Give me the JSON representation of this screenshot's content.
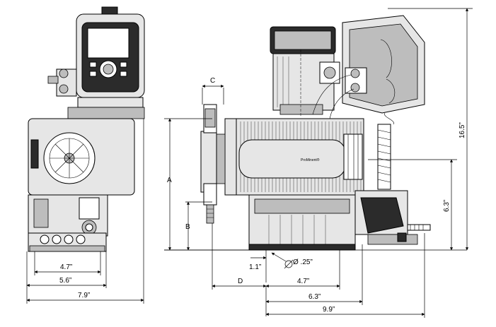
{
  "dimensions": {
    "front_width_inner": "4.7”",
    "front_width_outer": "5.6”",
    "front_width_total": "7.9”",
    "side_c": "C",
    "side_a": "A",
    "side_b": "B",
    "side_d": "D",
    "side_offset": "1.1”",
    "side_hole": "Ø .25”",
    "side_base": "4.7”",
    "side_base_ext": "6.3”",
    "side_length_total": "9.9”",
    "height_total": "16.5”",
    "height_partial": "6.3”"
  },
  "brand_label": "ProMinent®"
}
